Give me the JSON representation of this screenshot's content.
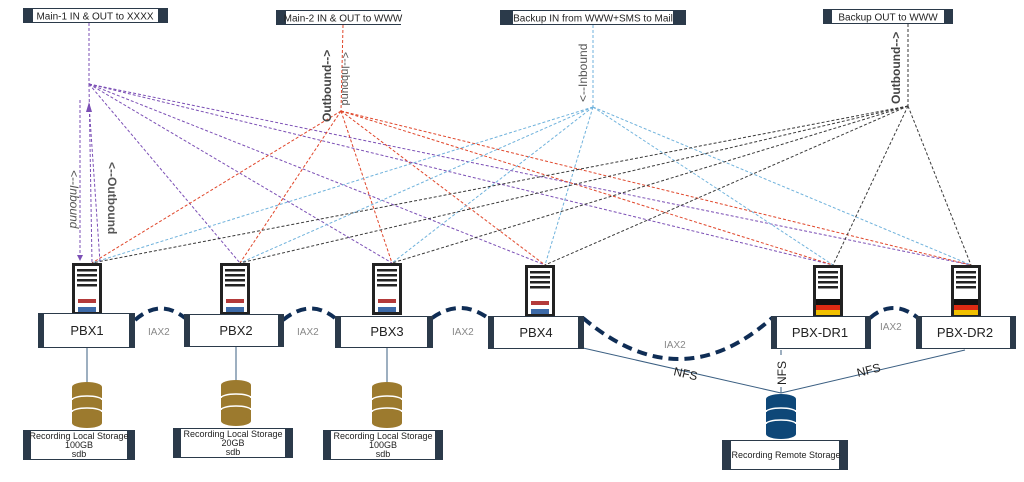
{
  "title": "PBX Cluster Network Topology",
  "colors": {
    "main1": "#7b4fb5",
    "main2": "#e0462a",
    "backup_in": "#6fb2dc",
    "backup_out": "#3a3a3a",
    "iax2_link": "#0f2d55",
    "nfs_link": "#3b5f82",
    "box_frame": "#2b3a4a",
    "local_storage": "#9c7a2e",
    "remote_storage": "#0e4778",
    "nl_red": "#b33a3a",
    "nl_blue": "#3d6aa8",
    "de_black": "#111111",
    "de_red": "#dd2a12",
    "de_gold": "#f0c000"
  },
  "trunks": [
    {
      "id": "main1",
      "label": "Main-1 IN & OUT to XXXX"
    },
    {
      "id": "main2",
      "label": "Main-2 IN & OUT to WWW"
    },
    {
      "id": "backup_in",
      "label": "Backup IN from WWW+SMS to Mail"
    },
    {
      "id": "backup_out",
      "label": "Backup OUT to WWW"
    }
  ],
  "direction_labels": {
    "main1_inbound": "<--Inbound",
    "main1_outbound": "<--Outbound",
    "main2_outbound": "Outbound-->",
    "main2_inbound": "<--Inbound",
    "backup_in_inbound": "<--Inbound",
    "backup_out_outbound": "Outbound-->"
  },
  "servers": [
    {
      "id": "pbx1",
      "label": "PBX1",
      "flag": "nl"
    },
    {
      "id": "pbx2",
      "label": "PBX2",
      "flag": "nl"
    },
    {
      "id": "pbx3",
      "label": "PBX3",
      "flag": "nl"
    },
    {
      "id": "pbx4",
      "label": "PBX4",
      "flag": "nl"
    },
    {
      "id": "pbxdr1",
      "label": "PBX-DR1",
      "flag": "de"
    },
    {
      "id": "pbxdr2",
      "label": "PBX-DR2",
      "flag": "de"
    }
  ],
  "links": {
    "iax2_label": "IAX2",
    "nfs_label": "NFS"
  },
  "storage": {
    "local": [
      {
        "line1": "Recording Local Storage",
        "line2": "100GB",
        "line3": "sdb"
      },
      {
        "line1": "Recording Local Storage",
        "line2": "20GB",
        "line3": "sdb"
      },
      {
        "line1": "Recording Local Storage",
        "line2": "100GB",
        "line3": "sdb"
      }
    ],
    "remote": {
      "label": "Recording Remote Storage"
    }
  }
}
